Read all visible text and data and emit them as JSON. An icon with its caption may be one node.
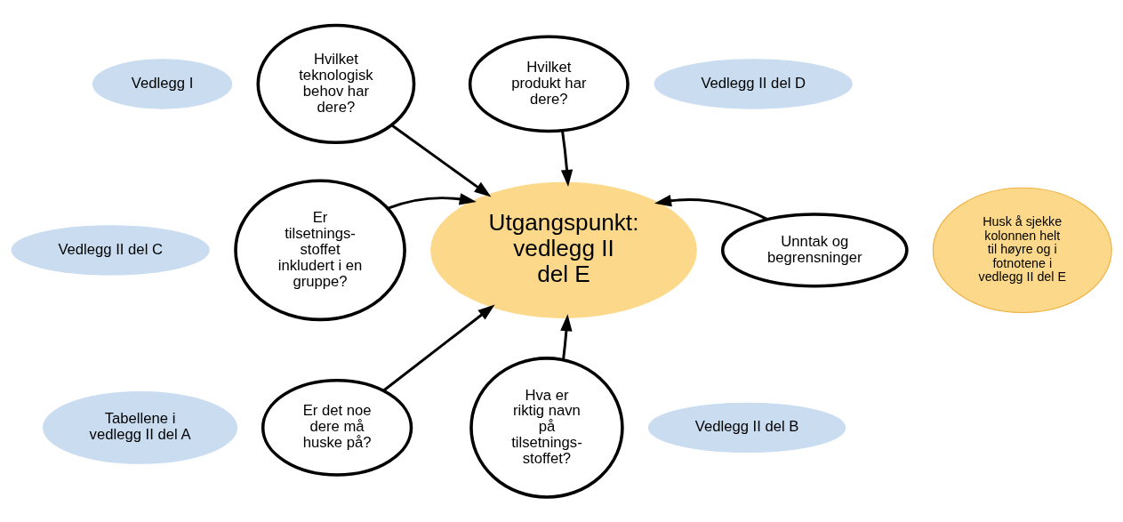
{
  "diagram": {
    "nodes": [
      {
        "text": [
          "Vedlegg I"
        ]
      },
      {
        "text": [
          "Hvilket teknologisk behov har dere?"
        ]
      },
      {
        "text": [
          "Hvilket produkt har dere?"
        ]
      },
      {
        "text": [
          "Vedlegg II del D"
        ]
      },
      {
        "text": [
          "Vedlegg II del C"
        ]
      },
      {
        "text": [
          "Er tilsetnings- stoffet inkludert i en gruppe?"
        ]
      },
      {
        "text": [
          "Utgangspunkt: vedlegg II del E"
        ]
      },
      {
        "text": [
          "Unntak og begrensninger"
        ]
      },
      {
        "text": [
          "Husk å sjekke kolonnen helt til høyre og i fotnotene i vedlegg II del E"
        ]
      },
      {
        "text": [
          "Er det noe dere må huske på?"
        ]
      },
      {
        "text": [
          "Hva er riktig navn på tilsetnings- stoffet?"
        ]
      },
      {
        "text": [
          "Tabellene i vedlegg II del A"
        ]
      },
      {
        "text": [
          "Vedlegg II del B"
        ]
      }
    ],
    "edges": [
      {
        "from": 1,
        "to": 6,
        "arrow": "to"
      },
      {
        "from": 2,
        "to": 6,
        "arrow": "to"
      },
      {
        "from": 5,
        "to": 6,
        "arrow": "to"
      },
      {
        "from": 7,
        "to": 6,
        "arrow": "to"
      },
      {
        "from": 9,
        "to": 6,
        "arrow": "to"
      },
      {
        "from": 10,
        "to": 6,
        "arrow": "to"
      }
    ]
  }
}
